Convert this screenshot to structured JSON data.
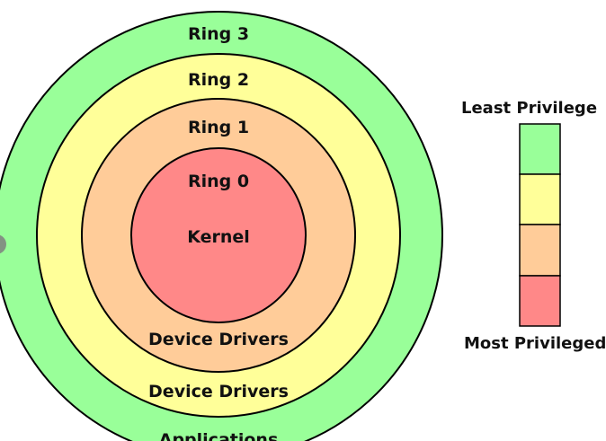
{
  "diagram": {
    "rings": [
      {
        "name": "Ring 3",
        "description": "Applications",
        "color": "#99ff99"
      },
      {
        "name": "Ring 2",
        "description": "Device Drivers",
        "color": "#ffff99"
      },
      {
        "name": "Ring 1",
        "description": "Device Drivers",
        "color": "#ffcc99"
      },
      {
        "name": "Ring 0",
        "description": "Kernel",
        "color": "#ff8888"
      }
    ],
    "outline_color": "#000000"
  },
  "legend": {
    "top_label": "Least Privilege",
    "bottom_label": "Most Privileged",
    "swatch_colors": [
      "#99ff99",
      "#ffff99",
      "#ffcc99",
      "#ff8888"
    ]
  }
}
